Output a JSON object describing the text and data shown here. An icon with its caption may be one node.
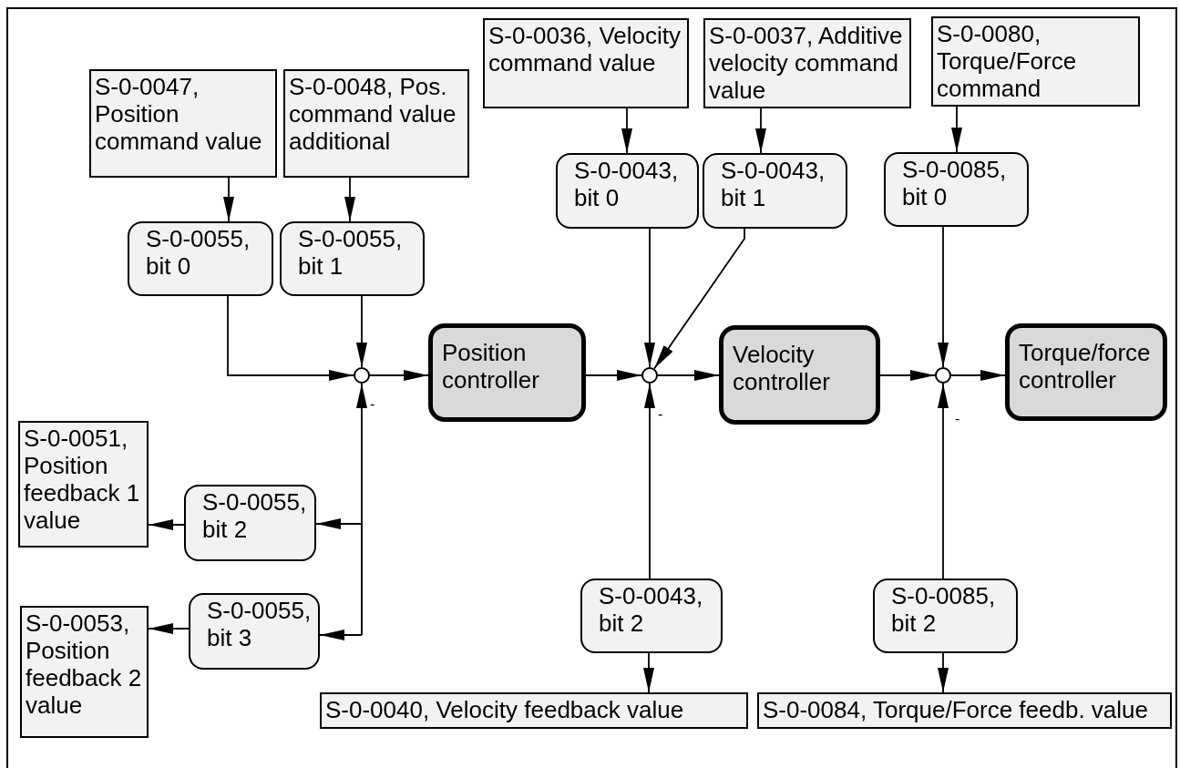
{
  "diagram": {
    "nodes": [
      {
        "text": [
          "S-0-0047, Position command value"
        ]
      },
      {
        "text": [
          "S-0-0048, Pos. command value additional"
        ]
      },
      {
        "text": [
          "S-0-0036, Velocity command value"
        ]
      },
      {
        "text": [
          "S-0-0037, Additive velocity command value"
        ]
      },
      {
        "text": [
          "S-0-0080, Torque/Force command"
        ]
      },
      {
        "text": [
          "S-0-0055, bit 0"
        ]
      },
      {
        "text": [
          "S-0-0055, bit 1"
        ]
      },
      {
        "text": [
          "S-0-0043, bit 0"
        ]
      },
      {
        "text": [
          "S-0-0043, bit 1"
        ]
      },
      {
        "text": [
          "S-0-0085, bit 0"
        ]
      },
      {
        "text": [
          "Position controller"
        ]
      },
      {
        "text": [
          "Velocity controller"
        ]
      },
      {
        "text": [
          "Torque/force controller"
        ]
      },
      {
        "text": [],
        "shape": "circle"
      },
      {
        "text": [],
        "shape": "circle"
      },
      {
        "text": [],
        "shape": "circle"
      },
      {
        "text": [
          "S-0-0051, Position feedback 1 value"
        ]
      },
      {
        "text": [
          "S-0-0055, bit 2"
        ]
      },
      {
        "text": [
          "S-0-0055, bit 3"
        ]
      },
      {
        "text": [
          "S-0-0053, Position feedback 2 value"
        ]
      },
      {
        "text": [
          "S-0-0043, bit 2"
        ]
      },
      {
        "text": [
          "S-0-0085, bit 2"
        ]
      },
      {
        "text": [
          "S-0-0040, Velocity feedback value"
        ]
      },
      {
        "text": [
          "S-0-0084, Torque/Force feedb. value"
        ]
      }
    ],
    "edges": [
      {
        "from": 0,
        "to": 5,
        "arrow": "to"
      },
      {
        "from": 1,
        "to": 6,
        "arrow": "to"
      },
      {
        "from": 2,
        "to": 7,
        "arrow": "to"
      },
      {
        "from": 3,
        "to": 8,
        "arrow": "to"
      },
      {
        "from": 4,
        "to": 9,
        "arrow": "to"
      },
      {
        "from": 5,
        "to": 13,
        "arrow": "to"
      },
      {
        "from": 6,
        "to": 13,
        "arrow": "to"
      },
      {
        "from": 13,
        "to": 10,
        "arrow": "to"
      },
      {
        "from": 10,
        "to": 14,
        "arrow": "to"
      },
      {
        "from": 7,
        "to": 14,
        "arrow": "to"
      },
      {
        "from": 8,
        "to": 14,
        "arrow": "to"
      },
      {
        "from": 14,
        "to": 11,
        "arrow": "to"
      },
      {
        "from": 11,
        "to": 15,
        "arrow": "to"
      },
      {
        "from": 9,
        "to": 15,
        "arrow": "to"
      },
      {
        "from": 15,
        "to": 12,
        "arrow": "to"
      },
      {
        "from": 20,
        "to": 14,
        "arrow": "to"
      },
      {
        "from": 21,
        "to": 15,
        "arrow": "to"
      },
      {
        "from": 20,
        "to": 22,
        "arrow": "to"
      },
      {
        "from": 21,
        "to": 23,
        "arrow": "to"
      },
      {
        "from": 17,
        "to": 16,
        "arrow": "to"
      },
      {
        "from": 18,
        "to": 19,
        "arrow": "to"
      },
      {
        "from": null,
        "to": 13,
        "arrow": "to"
      },
      {
        "from": null,
        "to": 17,
        "arrow": "to"
      },
      {
        "from": null,
        "to": 18,
        "arrow": "to"
      }
    ],
    "labels": [
      "-",
      "-",
      "-"
    ]
  }
}
